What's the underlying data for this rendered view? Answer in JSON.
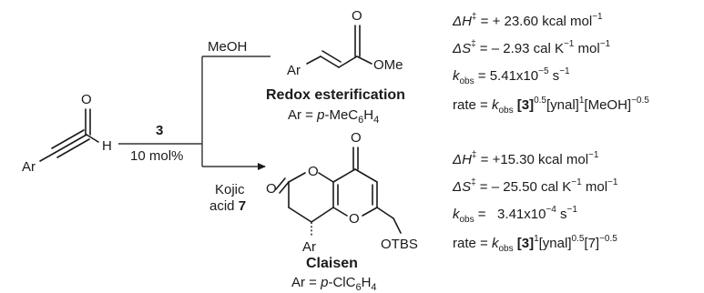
{
  "reactant": {
    "ar": "Ar",
    "o": "O",
    "h": "H"
  },
  "catalyst": {
    "number": "3",
    "loading": "10 mol%"
  },
  "top_branch": {
    "reagent": "MeOH",
    "product": {
      "ar": "Ar",
      "o": "O",
      "ome": "OMe"
    },
    "title": "Redox esterification",
    "ar_def_prefix": "Ar = ",
    "ar_def_p": "p",
    "ar_def_rest": "-MeC",
    "ar_def_sub6": "6",
    "ar_def_h": "H",
    "ar_def_sub4": "4",
    "params": {
      "dh_sym": "ΔH",
      "dh_dagger": "‡",
      "dh_value": " = + 23.60 kcal mol",
      "dh_sup": "−1",
      "ds_sym": "ΔS",
      "ds_dagger": "‡",
      "ds_value": " = – 2.93 cal K",
      "ds_sup1": "−1",
      "ds_mid": " mol",
      "ds_sup2": "−1",
      "k_sym": "k",
      "k_sub": "obs",
      "k_value": " = 5.41x10",
      "k_sup1": "−5",
      "k_unit": " s",
      "k_sup2": "−1",
      "rate_label": "rate = ",
      "rate_k": "k",
      "rate_ksub": "obs",
      "rate_bracket3": " [3]",
      "rate_e1": "0.5",
      "rate_ynal": "[ynal]",
      "rate_e2": "1",
      "rate_meoh": "[MeOH]",
      "rate_e3": "−0.5"
    }
  },
  "bottom_branch": {
    "reagent_line1": "Kojic",
    "reagent_line2": "acid ",
    "reagent_num": "7",
    "product": {
      "o_lactone": "O",
      "o_ring1": "O",
      "o_ketone": "O",
      "o_ring2": "O",
      "ar": "Ar",
      "otbs": "OTBS"
    },
    "title": "Claisen",
    "ar_def_prefix": "Ar = ",
    "ar_def_p": "p",
    "ar_def_rest": "-ClC",
    "ar_def_sub6": "6",
    "ar_def_h": "H",
    "ar_def_sub4": "4",
    "params": {
      "dh_sym": "ΔH",
      "dh_dagger": "‡",
      "dh_value": " = +15.30 kcal mol",
      "dh_sup": "−1",
      "ds_sym": "ΔS",
      "ds_dagger": "‡",
      "ds_value": " = – 25.50 cal K",
      "ds_sup1": "−1",
      "ds_mid": " mol",
      "ds_sup2": "−1",
      "k_sym": "k",
      "k_sub": "obs",
      "k_value": " =   3.41x10",
      "k_sup1": "−4",
      "k_unit": " s",
      "k_sup2": "−1",
      "rate_label": "rate = ",
      "rate_k": "k",
      "rate_ksub": "obs",
      "rate_bracket3": " [3]",
      "rate_e1": "1",
      "rate_ynal": "[ynal]",
      "rate_e2": "0.5",
      "rate_7": "[7]",
      "rate_e3": "−0.5"
    }
  }
}
